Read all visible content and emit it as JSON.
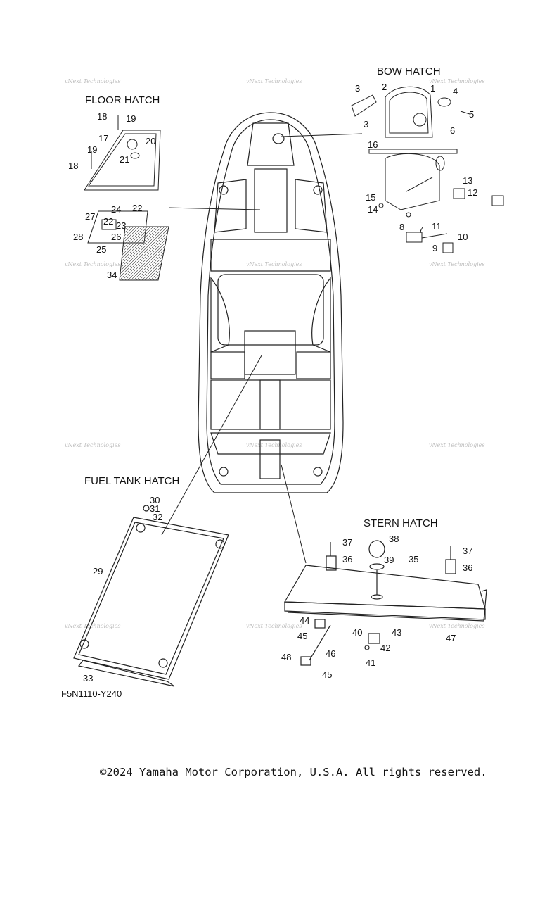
{
  "sections": {
    "bow_hatch": "BOW HATCH",
    "floor_hatch": "FLOOR HATCH",
    "fuel_tank_hatch": "FUEL TANK HATCH",
    "stern_hatch": "STERN HATCH"
  },
  "watermark": "vNext Technologies",
  "figure_code": "F5N1110-Y240",
  "copyright": "©2024 Yamaha Motor Corporation, U.S.A. All rights reserved.",
  "callouts": {
    "n1": "1",
    "n2": "2",
    "n3a": "3",
    "n3b": "3",
    "n4": "4",
    "n5": "5",
    "n6": "6",
    "n7": "7",
    "n8": "8",
    "n9": "9",
    "n10": "10",
    "n11": "11",
    "n12": "12",
    "n13": "13",
    "n14": "14",
    "n15": "15",
    "n16": "16",
    "n17": "17",
    "n18a": "18",
    "n18b": "18",
    "n19a": "19",
    "n19b": "19",
    "n20": "20",
    "n21": "21",
    "n22a": "22",
    "n22b": "22",
    "n23": "23",
    "n24": "24",
    "n25": "25",
    "n26": "26",
    "n27": "27",
    "n28": "28",
    "n29": "29",
    "n30": "30",
    "n31": "31",
    "n32": "32",
    "n33": "33",
    "n34": "34",
    "n35": "35",
    "n36a": "36",
    "n36b": "36",
    "n37a": "37",
    "n37b": "37",
    "n38": "38",
    "n39": "39",
    "n40": "40",
    "n41": "41",
    "n42": "42",
    "n43": "43",
    "n44": "44",
    "n45a": "45",
    "n45b": "45",
    "n46": "46",
    "n47": "47",
    "n48": "48"
  }
}
